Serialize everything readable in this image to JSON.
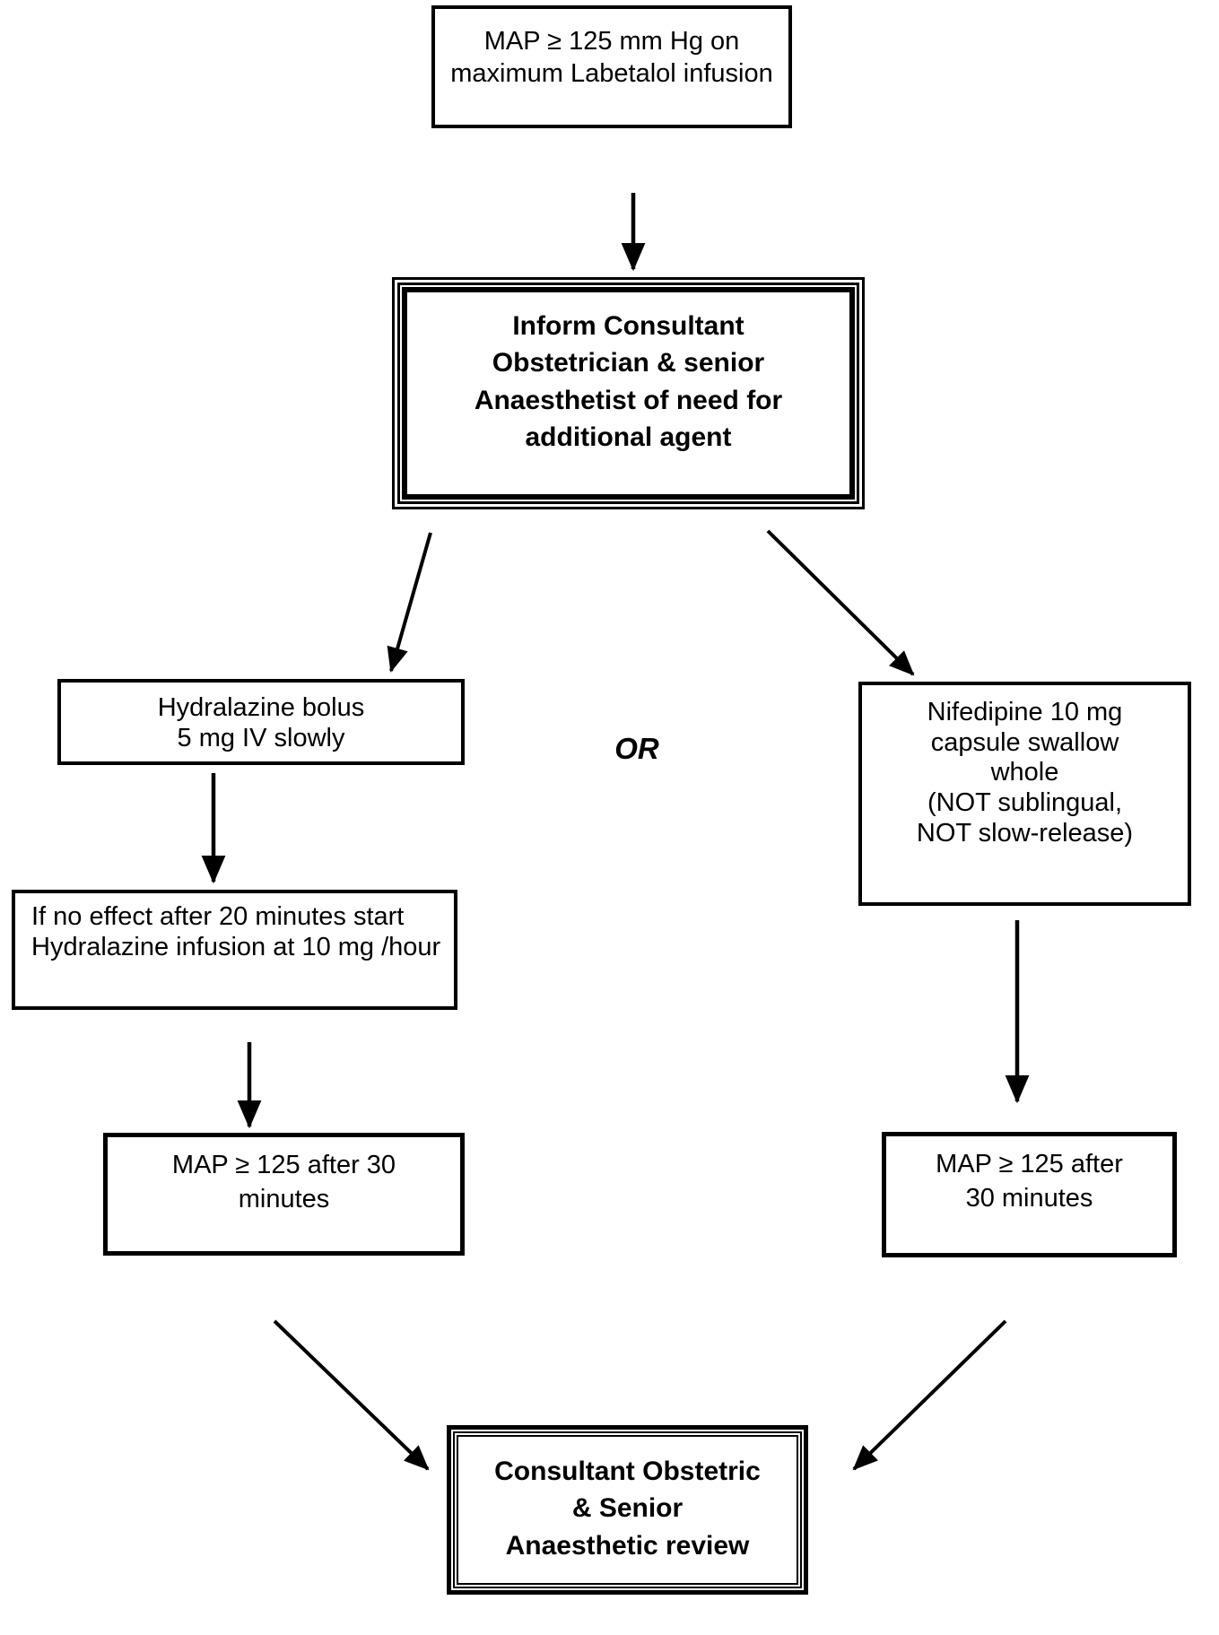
{
  "document": {
    "background_color": "#ffffff",
    "line_color": "#000000",
    "text_color": "#000000"
  },
  "nodes": {
    "map_high_on_labetalol": {
      "lines": [
        "MAP ≥ 125 mm Hg on",
        "maximum Labetalol infusion"
      ]
    },
    "inform_consultant": {
      "lines": [
        "Inform Consultant",
        "Obstetrician & senior",
        "Anaesthetist of need for",
        "additional agent"
      ]
    },
    "hydralazine_bolus": {
      "lines": [
        "Hydralazine bolus",
        "5 mg IV slowly"
      ]
    },
    "or_connector": {
      "label": "OR"
    },
    "nifedipine": {
      "lines": [
        "Nifedipine 10 mg",
        "capsule swallow",
        "whole",
        "(NOT sublingual,",
        "NOT slow-release)"
      ]
    },
    "hydralazine_infusion": {
      "lines": [
        "If no effect after 20 minutes start",
        "Hydralazine infusion at 10 mg /hour"
      ]
    },
    "map_after_30_left": {
      "lines": [
        "MAP ≥ 125 after 30",
        "minutes"
      ]
    },
    "map_after_30_right": {
      "lines": [
        "MAP ≥ 125 after",
        "30 minutes"
      ]
    },
    "consultant_review": {
      "lines": [
        "Consultant Obstetric",
        "& Senior",
        "Anaesthetic review"
      ]
    }
  },
  "connectors": [
    {
      "from": "map_high_on_labetalol",
      "to": "inform_consultant"
    },
    {
      "from": "inform_consultant",
      "to": "hydralazine_bolus"
    },
    {
      "from": "inform_consultant",
      "to": "nifedipine"
    },
    {
      "from": "hydralazine_bolus",
      "to": "hydralazine_infusion"
    },
    {
      "from": "hydralazine_infusion",
      "to": "map_after_30_left"
    },
    {
      "from": "nifedipine",
      "to": "map_after_30_right"
    },
    {
      "from": "map_after_30_left",
      "to": "consultant_review"
    },
    {
      "from": "map_after_30_right",
      "to": "consultant_review"
    }
  ]
}
